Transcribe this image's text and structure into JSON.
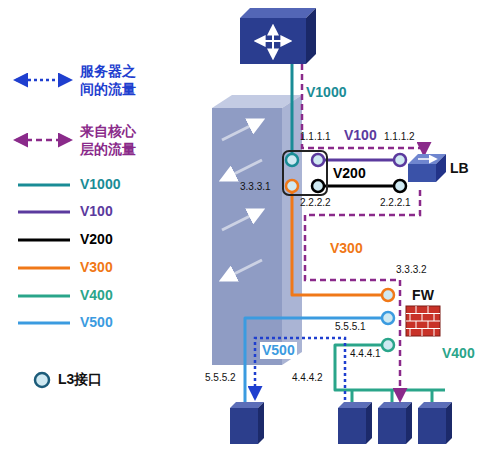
{
  "diagram": {
    "nodes": [
      {
        "text": [
          "LB"
        ]
      },
      {
        "text": [
          "FW"
        ]
      }
    ],
    "labels": [
      "V1000",
      "1.1.1.1",
      "V100",
      "1.1.1.2",
      "3.3.3.1",
      "V200",
      "2.2.2.2",
      "2.2.2.1",
      "V300",
      "3.3.3.2",
      "5.5.5.1",
      "4.4.4.1",
      "V500",
      "V400",
      "5.5.5.2",
      "4.4.4.2"
    ],
    "legend": [
      {
        "text": "服务器之间的流量"
      },
      {
        "text": "来自核心层的流量"
      },
      {
        "text": "V1000",
        "color": "#1a8c96"
      },
      {
        "text": "V100",
        "color": "#5b3a9e"
      },
      {
        "text": "V200",
        "color": "#000000"
      },
      {
        "text": "V300",
        "color": "#f07818"
      },
      {
        "text": "V400",
        "color": "#2aa58a"
      },
      {
        "text": "V500",
        "color": "#3b9be0"
      },
      {
        "text": "L3接口"
      }
    ]
  }
}
